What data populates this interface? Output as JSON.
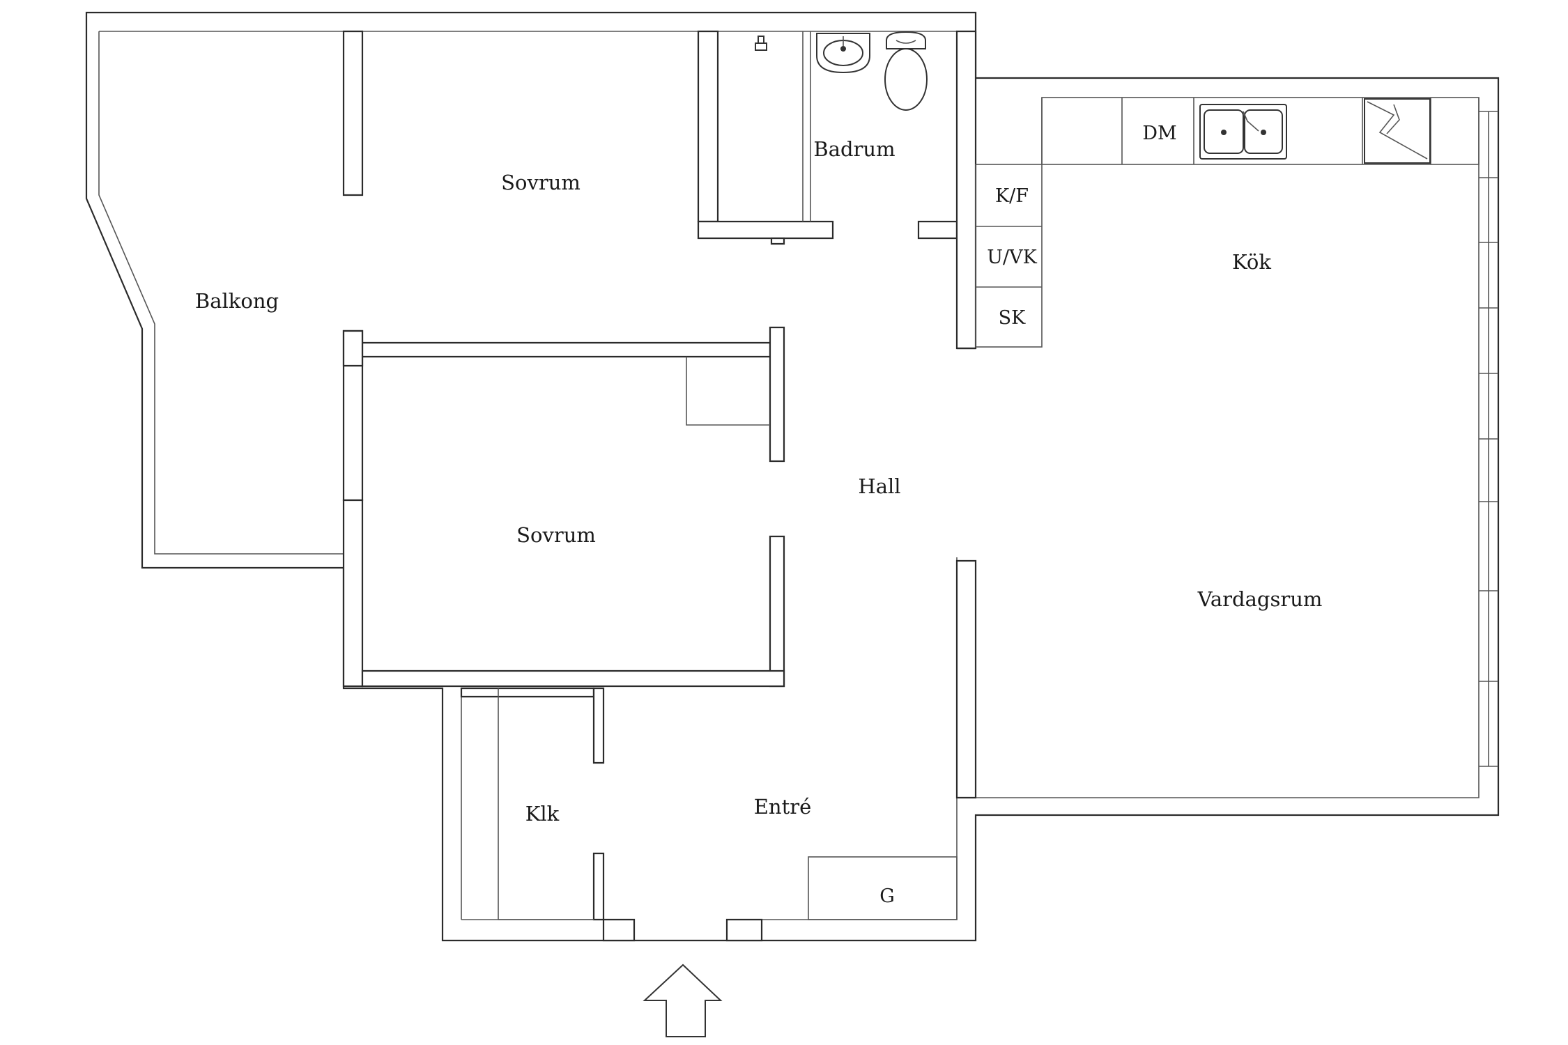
{
  "rooms": {
    "balkong": "Balkong",
    "sovrum_top": "Sovrum",
    "sovrum_mid": "Sovrum",
    "badrum": "Badrum",
    "kok": "Kök",
    "hall": "Hall",
    "vardagsrum": "Vardagsrum",
    "klk": "Klk",
    "entre": "Entré"
  },
  "fixtures": {
    "dm": "DM",
    "kf": "K/F",
    "uvk": "U/VK",
    "sk": "SK",
    "g": "G"
  },
  "icons": {
    "entrance": "arrow-up-icon",
    "sink": "washbasin-icon",
    "toilet": "toilet-icon",
    "shower": "shower-icon",
    "kitchen_sink": "double-sink-icon",
    "stove": "stove-icon"
  },
  "colors": {
    "wall": "#2b2b2b",
    "background": "#ffffff"
  }
}
